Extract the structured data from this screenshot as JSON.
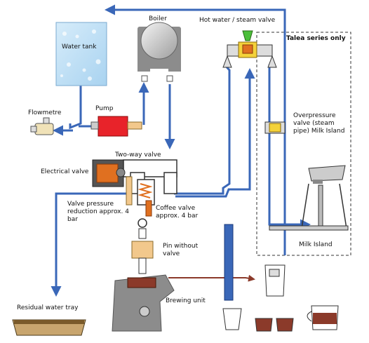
{
  "labels": {
    "water_tank": "Water tank",
    "boiler": "Boiler",
    "hot_water_valve": "Hot water / steam valve",
    "talea_series": "Talea series only",
    "flowmetre": "Flowmetre",
    "pump": "Pump",
    "overpressure_valve": "Overpressure valve (steam pipe) Milk Island",
    "two_way_valve": "Two-way valve",
    "electrical_valve": "Electrical valve",
    "valve_pressure_reduction": "Valve pressure reduction approx. 4 bar",
    "coffee_valve": "Coffee valve approx. 4 bar",
    "milk_island": "Milk Island",
    "pin_without_valve": "Pin without valve",
    "residual_water_tray": "Residual water tray",
    "brewing_unit": "Brewing unit"
  },
  "colors": {
    "water_line": "#3a67b8",
    "coffee_line": "#8b3a2a",
    "pump_red": "#e8232a",
    "tank_blue": "#bfe0f5",
    "machine_gray": "#9a9a9a",
    "valve_orange": "#e07020",
    "valve_yellow": "#f4d23a",
    "steam_green": "#4bbf3a"
  }
}
